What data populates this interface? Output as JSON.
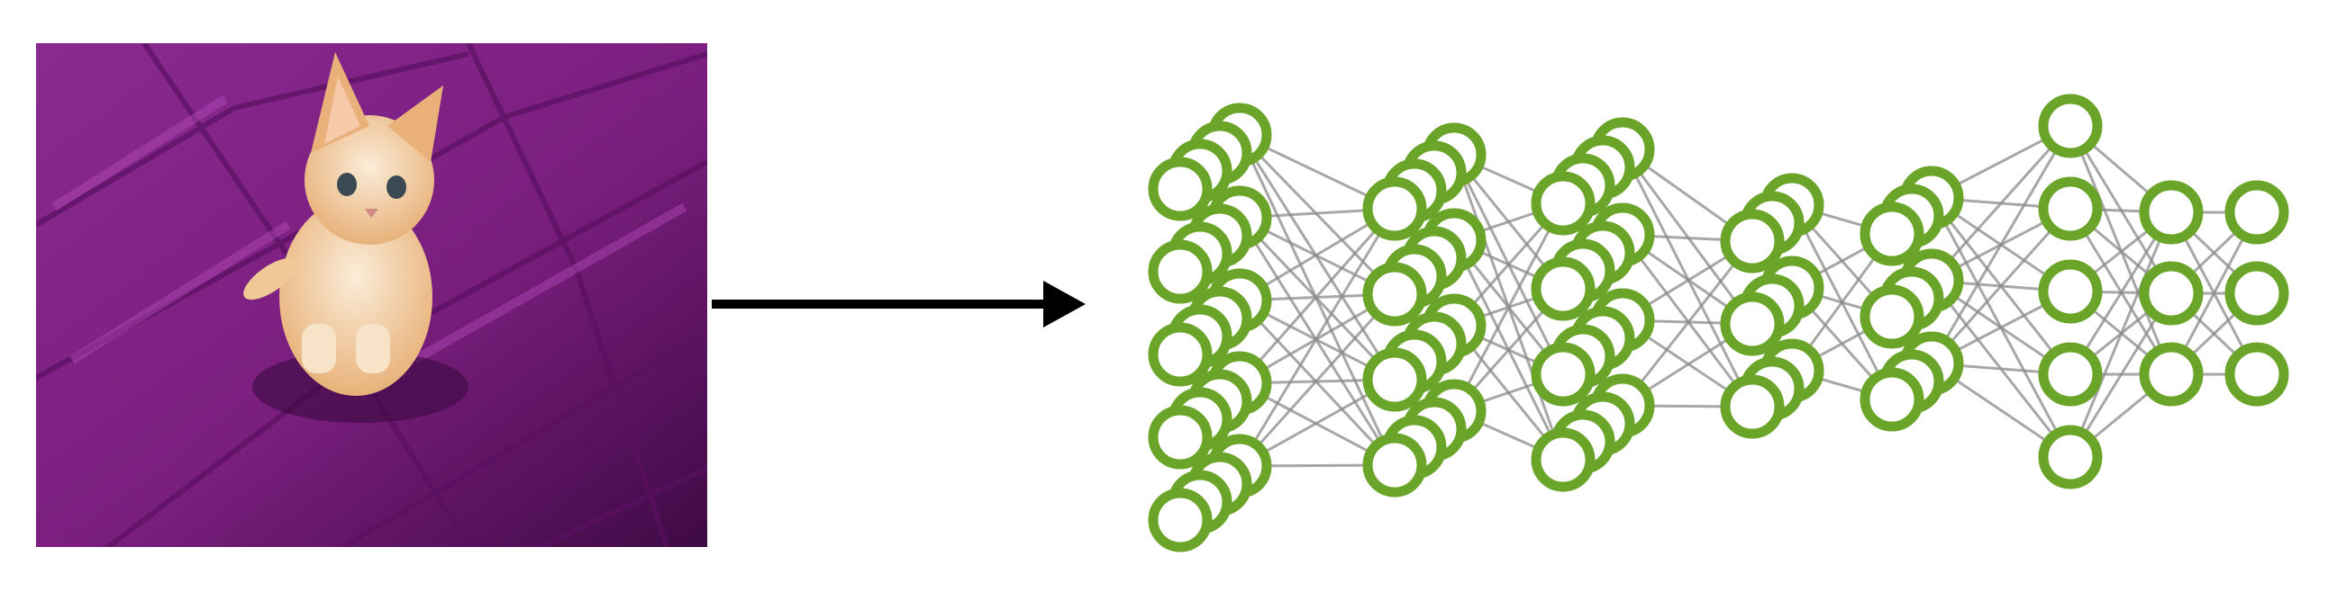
{
  "captions": {
    "left": "",
    "right": ""
  },
  "illustration": {
    "subject": "kitten-on-purple-blanket-photo",
    "background_color": "#7a1e7e",
    "fur_color": "#f2d2a8"
  },
  "arrow": {
    "color": "#000000"
  },
  "network": {
    "node_color": "#6aa52a",
    "edge_color": "#8a8a8a",
    "layers": [
      {
        "neurons_per_row": 5,
        "depth": 4
      },
      {
        "neurons_per_row": 4,
        "depth": 4
      },
      {
        "neurons_per_row": 4,
        "depth": 4
      },
      {
        "neurons_per_row": 3,
        "depth": 3
      },
      {
        "neurons_per_row": 3,
        "depth": 3
      },
      {
        "neurons_per_row": 5,
        "depth": 1
      },
      {
        "neurons_per_row": 3,
        "depth": 1
      },
      {
        "neurons_per_row": 3,
        "depth": 1
      }
    ]
  }
}
